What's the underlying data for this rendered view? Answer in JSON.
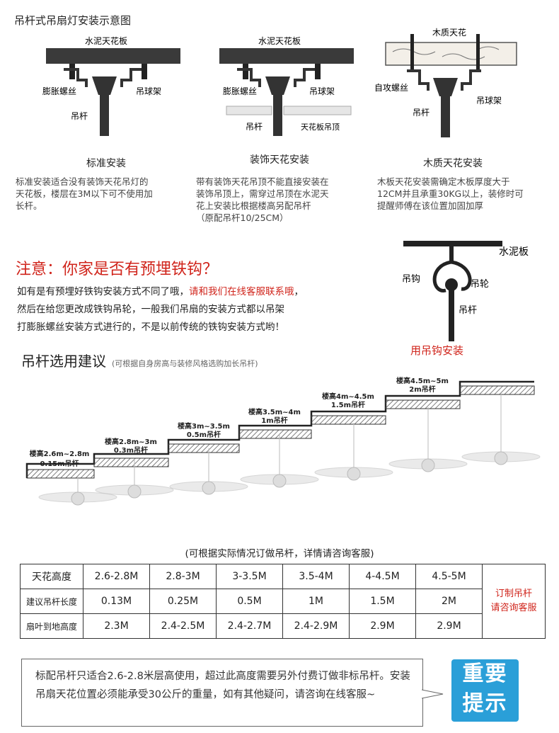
{
  "page_title": "吊杆式吊扇灯安装示意图",
  "diagrams": [
    {
      "ceiling": "水泥天花板",
      "labels": [
        "膨胀螺丝",
        "吊球架",
        "吊杆"
      ],
      "caption": "标准安装",
      "desc": [
        "标准安装适合没有装饰天花吊灯的",
        "天花板，楼层在3M以下可不使用加",
        "长杆。"
      ]
    },
    {
      "ceiling": "水泥天花板",
      "labels": [
        "膨胀螺丝",
        "吊球架",
        "吊杆",
        "天花板吊顶"
      ],
      "caption": "装饰天花安装",
      "desc": [
        "带有装饰天花吊顶不能直接安装在",
        "装饰吊顶上，需穿过吊顶在水泥天",
        "花上安装比根据楼高另配吊杆",
        "（原配吊杆10/25CM）"
      ]
    },
    {
      "ceiling": "木质天花",
      "labels": [
        "自攻螺丝",
        "吊杆",
        "吊球架"
      ],
      "caption": "木质天花安装",
      "desc": [
        "木板天花安装需确定木板厚度大于",
        "12CM并且承重30KG以上，装修时可",
        "提醒师傅在该位置加固加厚"
      ]
    }
  ],
  "notice": {
    "title": "注意：你家是否有预埋铁钩？",
    "line1_a": "如有是有预埋好铁钩安装方式不同了哦，",
    "line1_b": "请和我们在线客服联系哦",
    "line1_c": "，",
    "line2": "然后在给您更改成铁钩吊轮，一般我们吊扇的安装方式都以吊架",
    "line3": "打膨胀螺丝安装方式进行的，不是以前传统的铁钩安装方式哟！"
  },
  "hook": {
    "ceiling": "水泥板",
    "hook": "吊钩",
    "wheel": "吊轮",
    "rod": "吊杆",
    "caption": "用吊钩安装"
  },
  "section": {
    "title": "吊杆选用建议",
    "note": "(可根据自身房高与装修风格选购加长吊杆)"
  },
  "steps": [
    {
      "height": "楼高2.6m~2.8m",
      "rod": "0.15m吊杆"
    },
    {
      "height": "楼高2.8m~3m",
      "rod": "0.3m吊杆"
    },
    {
      "height": "楼高3m~3.5m",
      "rod": "0.5m吊杆"
    },
    {
      "height": "楼高3.5m~4m",
      "rod": "1m吊杆"
    },
    {
      "height": "楼高4m~4.5m",
      "rod": "1.5m吊杆"
    },
    {
      "height": "楼高4.5m~5m",
      "rod": "2m吊杆"
    }
  ],
  "table_note": "(可根据实际情况订做吊杆，详情请咨询客服)",
  "table": {
    "rows": [
      {
        "label": "天花高度",
        "cells": [
          "2.6-2.8M",
          "2.8-3M",
          "3-3.5M",
          "3.5-4M",
          "4-4.5M",
          "4.5-5M"
        ]
      },
      {
        "label": "建议吊杆长度",
        "cells": [
          "0.13M",
          "0.25M",
          "0.5M",
          "1M",
          "1.5M",
          "2M"
        ]
      },
      {
        "label": "扇叶到地高度",
        "cells": [
          "2.3M",
          "2.4-2.5M",
          "2.4-2.7M",
          "2.4-2.9M",
          "2.9M",
          "2.9M"
        ]
      }
    ],
    "side_1": "订制吊杆",
    "side_2": "请咨询客服"
  },
  "tip": {
    "text": "标配吊杆只适合2.6-2.8米层高使用，超过此高度需要另外付费订做非标吊杆。安装吊扇天花位置必须能承受30公斤的重量，如有其他疑问，请咨询在线客服~",
    "badge_1": "重要",
    "badge_2": "提示"
  },
  "colors": {
    "accent_red": "#d0241b",
    "badge_blue": "#2a9fd8",
    "dark": "#3a3a3a"
  }
}
